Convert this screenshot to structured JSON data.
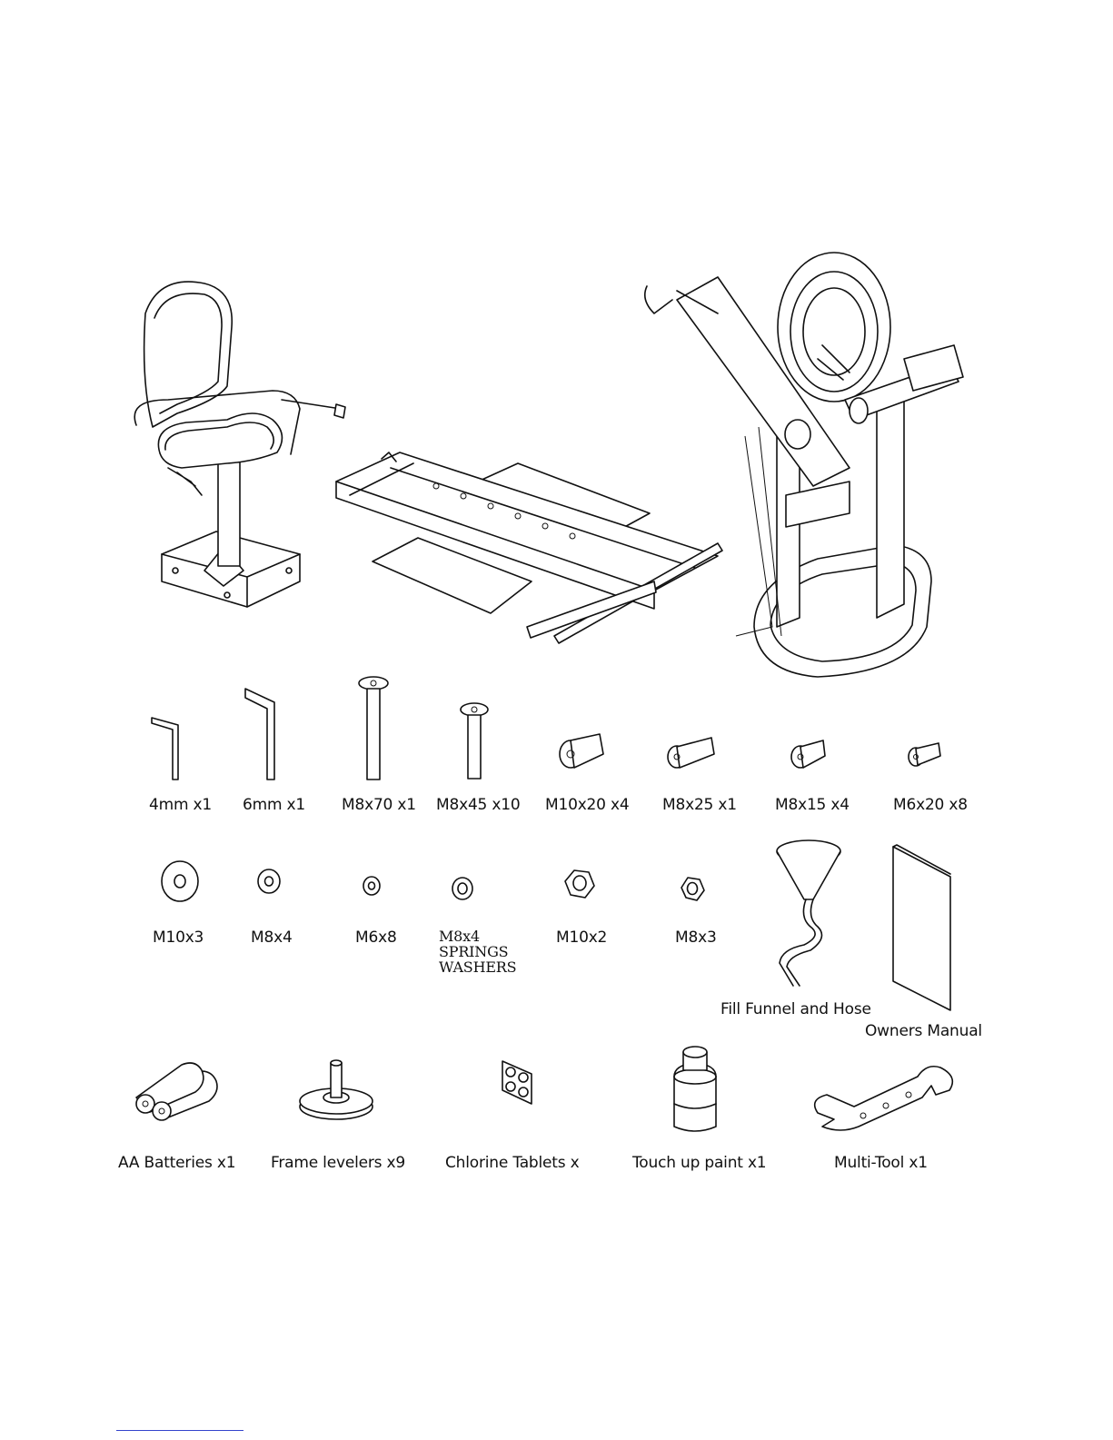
{
  "assemblies": {
    "seat": "seat-assembly",
    "base": "base-rail-assembly",
    "frame": "flywheel-frame-assembly"
  },
  "hardware_row1": [
    {
      "label": "4mm x1"
    },
    {
      "label": "6mm x1"
    },
    {
      "label": "M8x70 x1"
    },
    {
      "label": "M8x45 x10"
    },
    {
      "label": "M10x20 x4"
    },
    {
      "label": "M8x25 x1"
    },
    {
      "label": "M8x15 x4"
    },
    {
      "label": "M6x20 x8"
    }
  ],
  "hardware_row2": [
    {
      "label": "M10x3"
    },
    {
      "label": "M8x4"
    },
    {
      "label": "M6x8"
    },
    {
      "label": "M8x4 SPRINGS WASHERS",
      "lines": [
        "M8x4",
        "SPRINGS",
        "WASHERS"
      ]
    },
    {
      "label": "M10x2"
    },
    {
      "label": "M8x3"
    },
    {
      "label": "Fill Funnel and Hose"
    },
    {
      "label": "Owners Manual"
    }
  ],
  "accessories_row3": [
    {
      "label": "AA Batteries  x1"
    },
    {
      "label": "Frame levelers  x9"
    },
    {
      "label": "Chlorine Tablets  x"
    },
    {
      "label": "Touch up paint  x1"
    },
    {
      "label": "Multi-Tool  x1"
    }
  ],
  "colors": {
    "ink": "#111111",
    "paper": "#ffffff",
    "footer_rule": "#3344cc"
  }
}
